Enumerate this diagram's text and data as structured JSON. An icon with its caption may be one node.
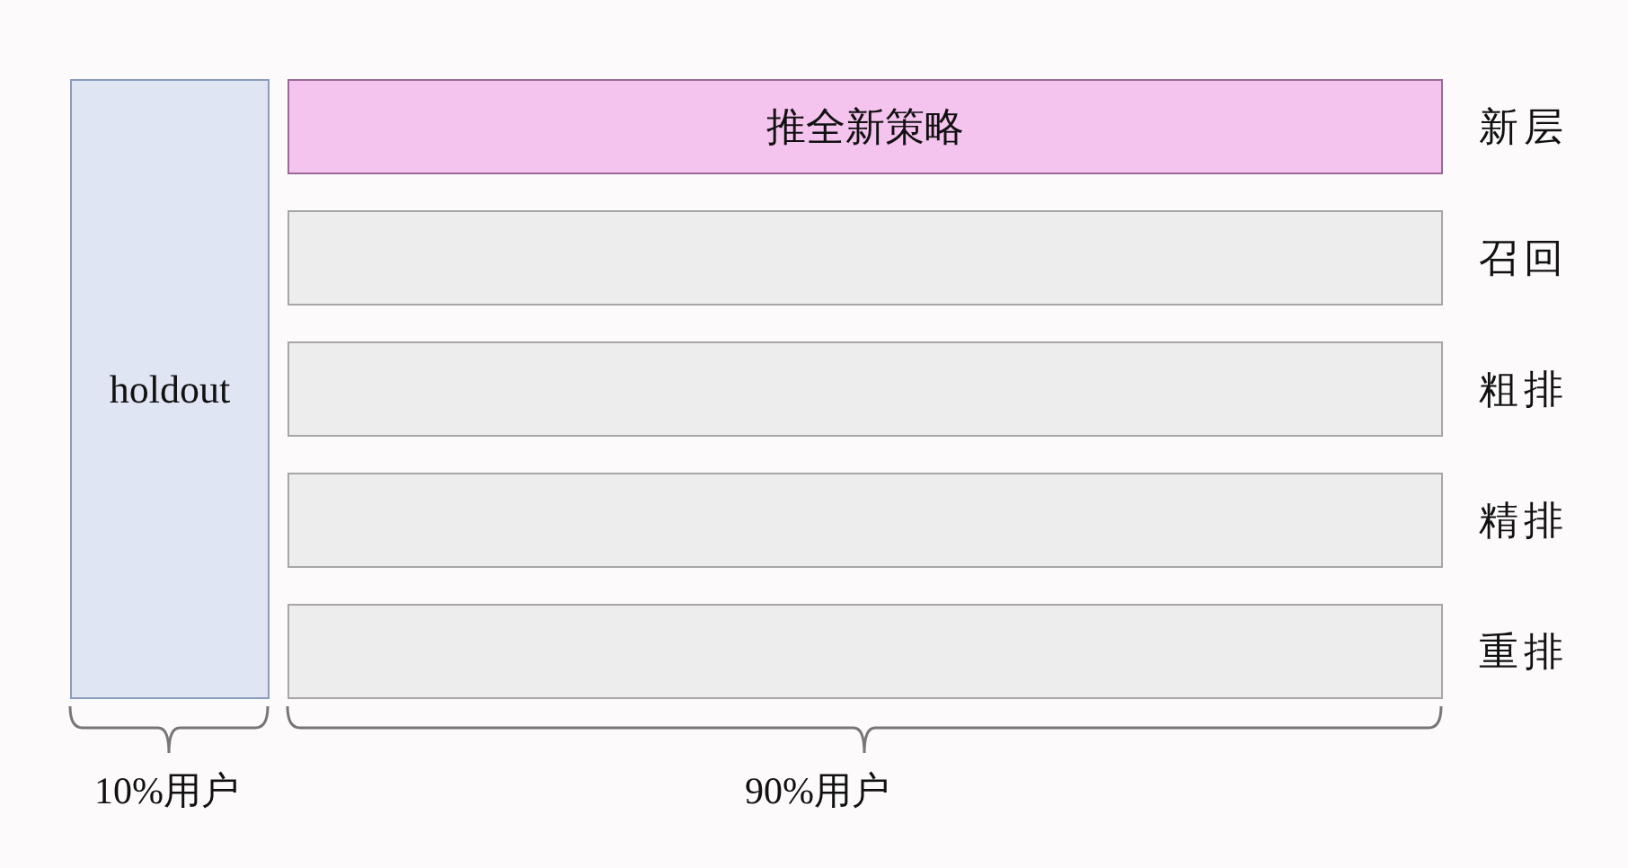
{
  "diagram": {
    "nodes": [
      {
        "text": [
          "holdout"
        ]
      },
      {
        "text": [
          "推全新策略"
        ],
        "beside": [
          "新层"
        ]
      },
      {
        "text": [],
        "shape": "box",
        "beside": [
          "召回"
        ]
      },
      {
        "text": [],
        "shape": "box",
        "beside": [
          "粗排"
        ]
      },
      {
        "text": [],
        "shape": "box",
        "beside": [
          "精排"
        ]
      },
      {
        "text": [],
        "shape": "box",
        "beside": [
          "重排"
        ]
      }
    ],
    "edges": [],
    "labels": [
      "10%用户",
      "90%用户"
    ]
  }
}
